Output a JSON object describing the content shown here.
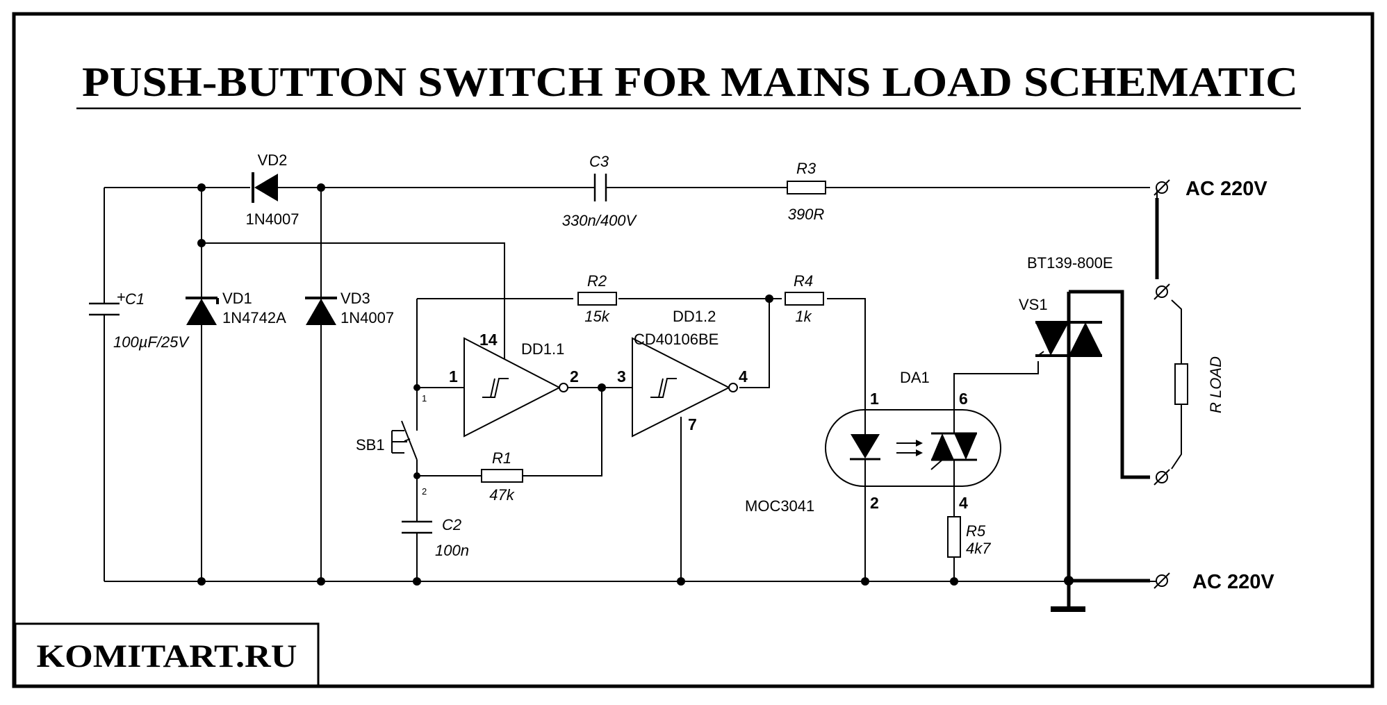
{
  "title": "PUSH-BUTTON SWITCH FOR MAINS LOAD SCHEMATIC",
  "brand": "KOMITART.RU",
  "colors": {
    "ink": "#000000",
    "background": "#ffffff"
  },
  "components": {
    "vd2": {
      "ref": "VD2",
      "value": "1N4007"
    },
    "vd1": {
      "ref": "VD1",
      "value": "1N4742A"
    },
    "vd3": {
      "ref": "VD3",
      "value": "1N4007"
    },
    "c1": {
      "ref": "C1",
      "value": "100µF/25V",
      "polarity": "+"
    },
    "c2": {
      "ref": "C2",
      "value": "100n"
    },
    "c3": {
      "ref": "C3",
      "value": "330n/400V"
    },
    "r1": {
      "ref": "R1",
      "value": "47k"
    },
    "r2": {
      "ref": "R2",
      "value": "15k"
    },
    "r3": {
      "ref": "R3",
      "value": "390R"
    },
    "r4": {
      "ref": "R4",
      "value": "1k"
    },
    "r5": {
      "ref": "R5",
      "value": "4k7"
    },
    "dd11": {
      "ref": "DD1.1",
      "pin_in": "1",
      "pin_out": "2",
      "pin_vcc": "14"
    },
    "dd12": {
      "ref": "DD1.2",
      "part": "CD40106BE",
      "pin_in": "3",
      "pin_out": "4",
      "pin_gnd": "7"
    },
    "da1": {
      "ref": "DA1",
      "part": "MOC3041",
      "p1": "1",
      "p2": "2",
      "p4": "4",
      "p6": "6"
    },
    "vs1": {
      "ref": "VS1",
      "part": "BT139-800E"
    },
    "sb1": {
      "ref": "SB1",
      "contact1": "1",
      "contact2": "2"
    },
    "rload": {
      "ref": "R LOAD"
    }
  },
  "terminals": {
    "top": "AC 220V",
    "bottom": "AC 220V"
  }
}
